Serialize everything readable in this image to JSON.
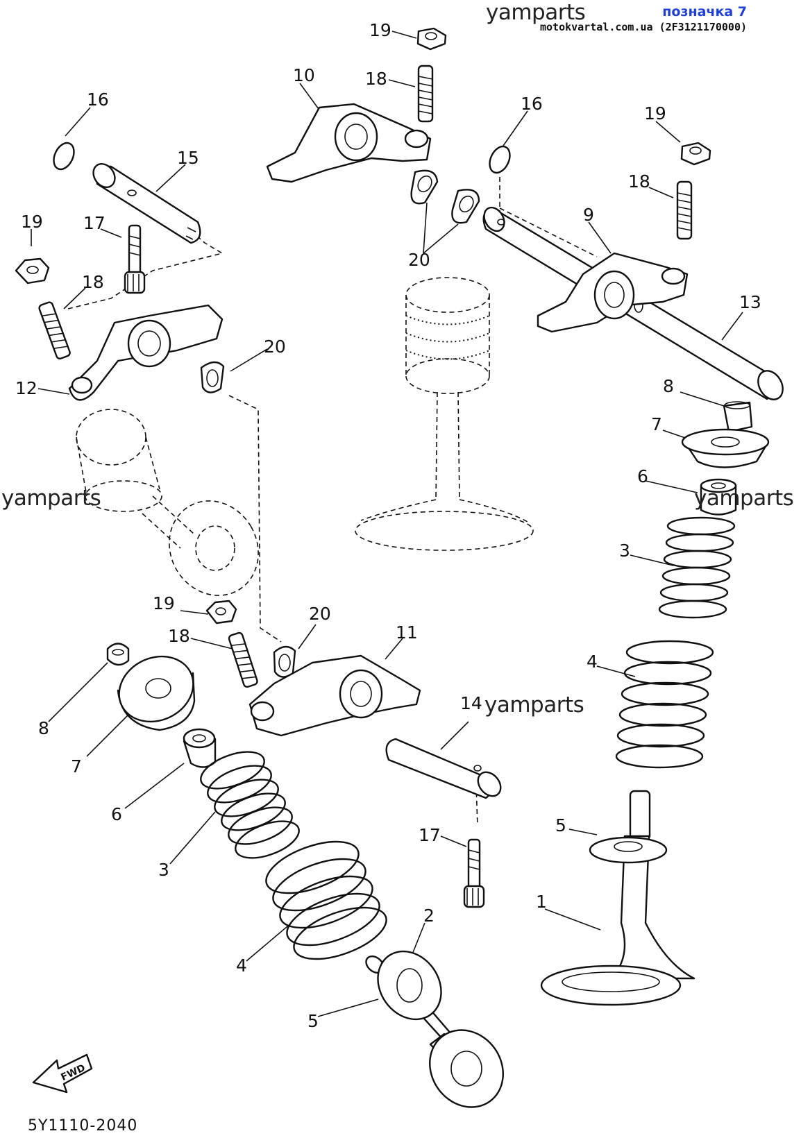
{
  "header": {
    "watermark_top": "yamparts",
    "ref_label": "позначка 7",
    "site_line": "motokvartal.com.ua (2F3121170000)"
  },
  "watermarks": {
    "left": "yamparts",
    "right": "yamparts",
    "middle": "yamparts"
  },
  "diagram_code": "5Y1110-2040",
  "fwd_label": "FWD",
  "callouts": {
    "c1": "1",
    "c2": "2",
    "c3a": "3",
    "c3b": "3",
    "c4a": "4",
    "c4b": "4",
    "c5a": "5",
    "c5b": "5",
    "c6a": "6",
    "c6b": "6",
    "c7a": "7",
    "c7b": "7",
    "c8a": "8",
    "c8b": "8",
    "c9": "9",
    "c10": "10",
    "c11": "11",
    "c12": "12",
    "c13": "13",
    "c14": "14",
    "c15": "15",
    "c16a": "16",
    "c16b": "16",
    "c17a": "17",
    "c17b": "17",
    "c18a": "18",
    "c18b": "18",
    "c18c": "18",
    "c18d": "18",
    "c19a": "19",
    "c19b": "19",
    "c19c": "19",
    "c19d": "19",
    "c20a": "20",
    "c20b": "20",
    "c20c": "20"
  }
}
